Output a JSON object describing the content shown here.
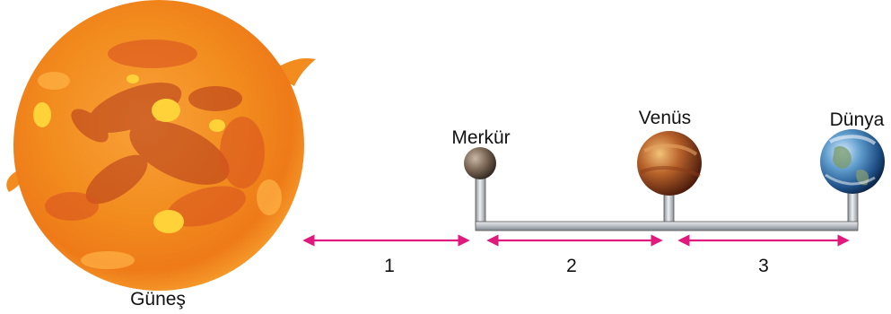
{
  "sun": {
    "label": "Güneş"
  },
  "planets": [
    {
      "label": "Merkür"
    },
    {
      "label": "Venüs"
    },
    {
      "label": "Dünya"
    }
  ],
  "distances": [
    "1",
    "2",
    "3"
  ],
  "colors": {
    "arrow": "#e0197d",
    "rod": "#c8ccd0",
    "sun_core": "#f28c1e",
    "sun_light": "#ffd23a",
    "sun_dark": "#b2361a"
  },
  "icons": {
    "sun": "sun-icon",
    "mercury": "mercury-icon",
    "venus": "venus-icon",
    "earth": "earth-icon"
  }
}
